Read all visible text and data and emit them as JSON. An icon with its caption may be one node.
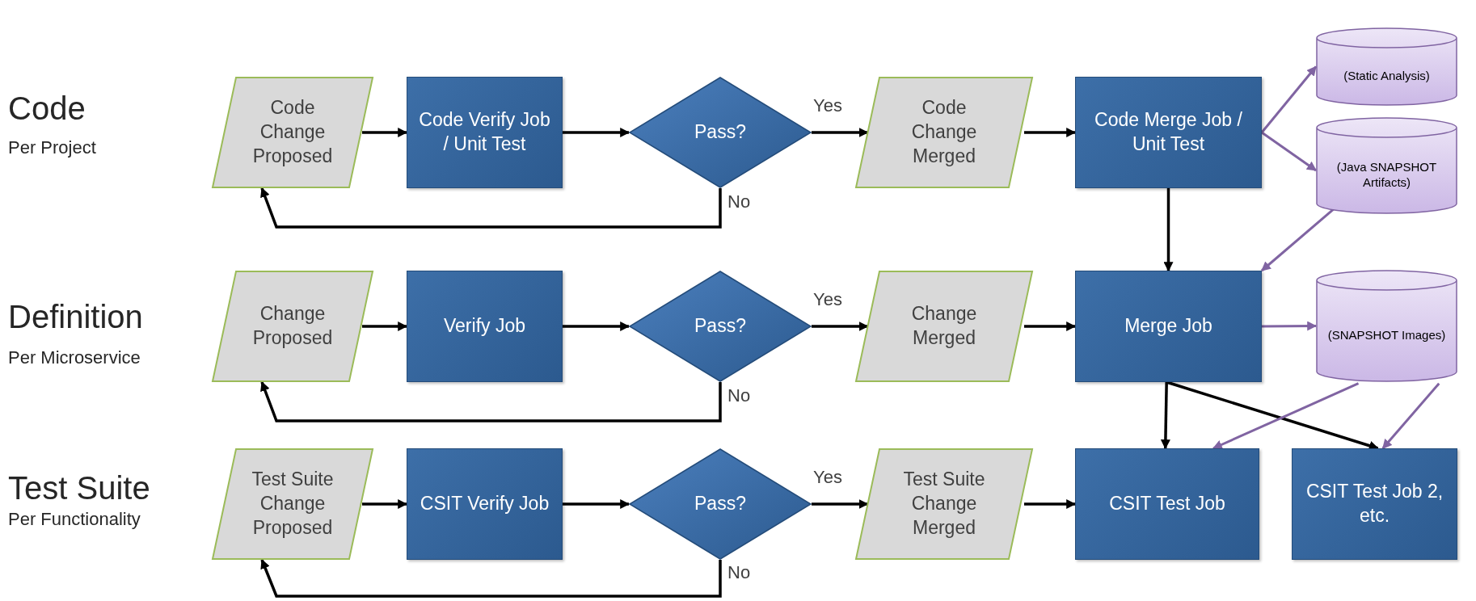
{
  "diagram": {
    "nodes": [
      {
        "text": [
          "Code Change Proposed"
        ]
      },
      {
        "text": [
          "Code Verify Job / Unit Test"
        ]
      },
      {
        "text": [
          "Pass?"
        ]
      },
      {
        "text": [
          "Code Change Merged"
        ]
      },
      {
        "text": [
          "Code Merge Job / Unit Test"
        ]
      },
      {
        "text": [
          "(Static Analysis)"
        ]
      },
      {
        "text": [
          "(Java SNAPSHOT Artifacts)"
        ]
      },
      {
        "text": [
          "Change Proposed"
        ]
      },
      {
        "text": [
          "Verify Job"
        ]
      },
      {
        "text": [
          "Pass?"
        ]
      },
      {
        "text": [
          "Change Merged"
        ]
      },
      {
        "text": [
          "Merge Job"
        ]
      },
      {
        "text": [
          "(SNAPSHOT Images)"
        ]
      },
      {
        "text": [
          "Test Suite Change Proposed"
        ]
      },
      {
        "text": [
          "CSIT Verify Job"
        ]
      },
      {
        "text": [
          "Pass?"
        ]
      },
      {
        "text": [
          "Test Suite Change Merged"
        ]
      },
      {
        "text": [
          "CSIT Test Job"
        ]
      },
      {
        "text": [
          "CSIT Test Job 2, etc."
        ]
      }
    ],
    "edges": [
      {
        "from": 0,
        "to": 1,
        "arrow": "to"
      },
      {
        "from": 1,
        "to": 2,
        "arrow": "to"
      },
      {
        "from": 2,
        "to": 3,
        "arrow": "to",
        "label": "Yes"
      },
      {
        "from": 2,
        "to": 0,
        "arrow": "to",
        "label": "No"
      },
      {
        "from": 3,
        "to": 4,
        "arrow": "to"
      },
      {
        "from": 4,
        "to": 11,
        "arrow": "to"
      },
      {
        "from": 4,
        "to": 5,
        "arrow": "to",
        "color": "#8064a2"
      },
      {
        "from": 4,
        "to": 6,
        "arrow": "to",
        "color": "#8064a2"
      },
      {
        "from": 6,
        "to": 11,
        "arrow": "to",
        "color": "#8064a2"
      },
      {
        "from": 7,
        "to": 8,
        "arrow": "to"
      },
      {
        "from": 8,
        "to": 9,
        "arrow": "to"
      },
      {
        "from": 9,
        "to": 10,
        "arrow": "to",
        "label": "Yes"
      },
      {
        "from": 9,
        "to": 7,
        "arrow": "to",
        "label": "No"
      },
      {
        "from": 10,
        "to": 11,
        "arrow": "to"
      },
      {
        "from": 11,
        "to": 12,
        "arrow": "to",
        "color": "#8064a2"
      },
      {
        "from": 11,
        "to": 17,
        "arrow": "to"
      },
      {
        "from": 11,
        "to": 18,
        "arrow": "to"
      },
      {
        "from": 12,
        "to": 17,
        "arrow": "to",
        "color": "#8064a2"
      },
      {
        "from": 12,
        "to": 18,
        "arrow": "to",
        "color": "#8064a2"
      },
      {
        "from": 13,
        "to": 14,
        "arrow": "to"
      },
      {
        "from": 14,
        "to": 15,
        "arrow": "to"
      },
      {
        "from": 15,
        "to": 16,
        "arrow": "to",
        "label": "Yes"
      },
      {
        "from": 15,
        "to": 13,
        "arrow": "to",
        "label": "No"
      },
      {
        "from": 16,
        "to": 17,
        "arrow": "to"
      }
    ],
    "labels": [
      "Code",
      "Per Project",
      "Definition",
      "Per Microservice",
      "Test Suite",
      "Per Functionality"
    ]
  }
}
